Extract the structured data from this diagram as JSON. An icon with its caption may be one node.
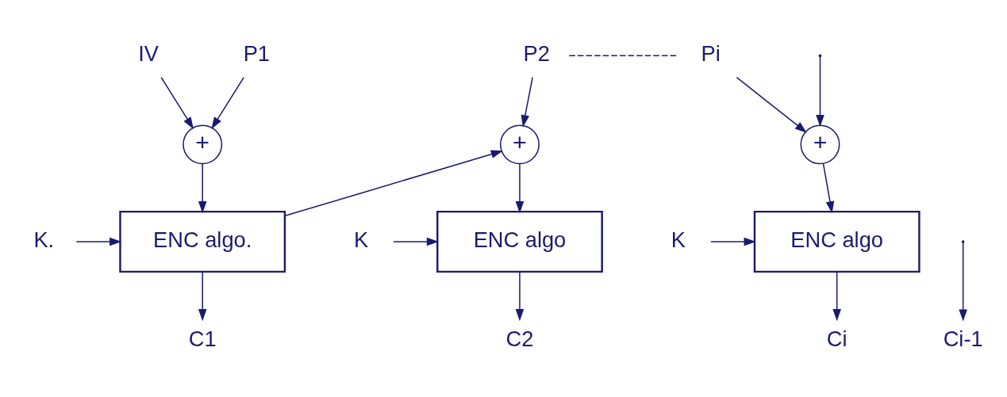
{
  "diagram": {
    "nodes": [
      {
        "text": [
          "IV"
        ]
      },
      {
        "text": [
          "P1"
        ]
      },
      {
        "text": [
          "+"
        ]
      },
      {
        "text": [
          "K."
        ]
      },
      {
        "text": [
          "ENC algo."
        ]
      },
      {
        "text": [
          "C1"
        ]
      },
      {
        "text": [
          "P2"
        ]
      },
      {
        "text": [
          "+"
        ]
      },
      {
        "text": [
          "K"
        ]
      },
      {
        "text": [
          "ENC algo"
        ]
      },
      {
        "text": [
          "C2"
        ]
      },
      {
        "text": [
          "Pi"
        ]
      },
      {
        "text": [
          "+"
        ]
      },
      {
        "text": [
          "K"
        ]
      },
      {
        "text": [
          "ENC algo"
        ]
      },
      {
        "text": [
          "Ci-1"
        ]
      },
      {
        "text": [
          "Ci"
        ]
      }
    ],
    "edges": [
      {
        "from": 0,
        "to": 2,
        "arrow": "to"
      },
      {
        "from": 1,
        "to": 2,
        "arrow": "to"
      },
      {
        "from": 2,
        "to": 4,
        "arrow": "to"
      },
      {
        "from": 3,
        "to": 4,
        "arrow": "to"
      },
      {
        "from": 4,
        "to": 5,
        "arrow": "to"
      },
      {
        "from": 4,
        "to": 7,
        "arrow": "to"
      },
      {
        "from": 6,
        "to": 7,
        "arrow": "to"
      },
      {
        "from": 7,
        "to": 9,
        "arrow": "to"
      },
      {
        "from": 8,
        "to": 9,
        "arrow": "to"
      },
      {
        "from": 9,
        "to": 10,
        "arrow": "to"
      },
      {
        "from": 6,
        "to": 11,
        "arrow": "none",
        "style": "dashed"
      },
      {
        "from": 11,
        "to": 12,
        "arrow": "to"
      },
      {
        "from": 12,
        "to": 14,
        "arrow": "to"
      },
      {
        "from": 13,
        "to": 14,
        "arrow": "to"
      },
      {
        "from": 14,
        "to": 16,
        "arrow": "to"
      },
      {
        "from": null,
        "to": 15,
        "arrow": "to"
      },
      {
        "from": null,
        "to": 12,
        "arrow": "to"
      }
    ]
  }
}
